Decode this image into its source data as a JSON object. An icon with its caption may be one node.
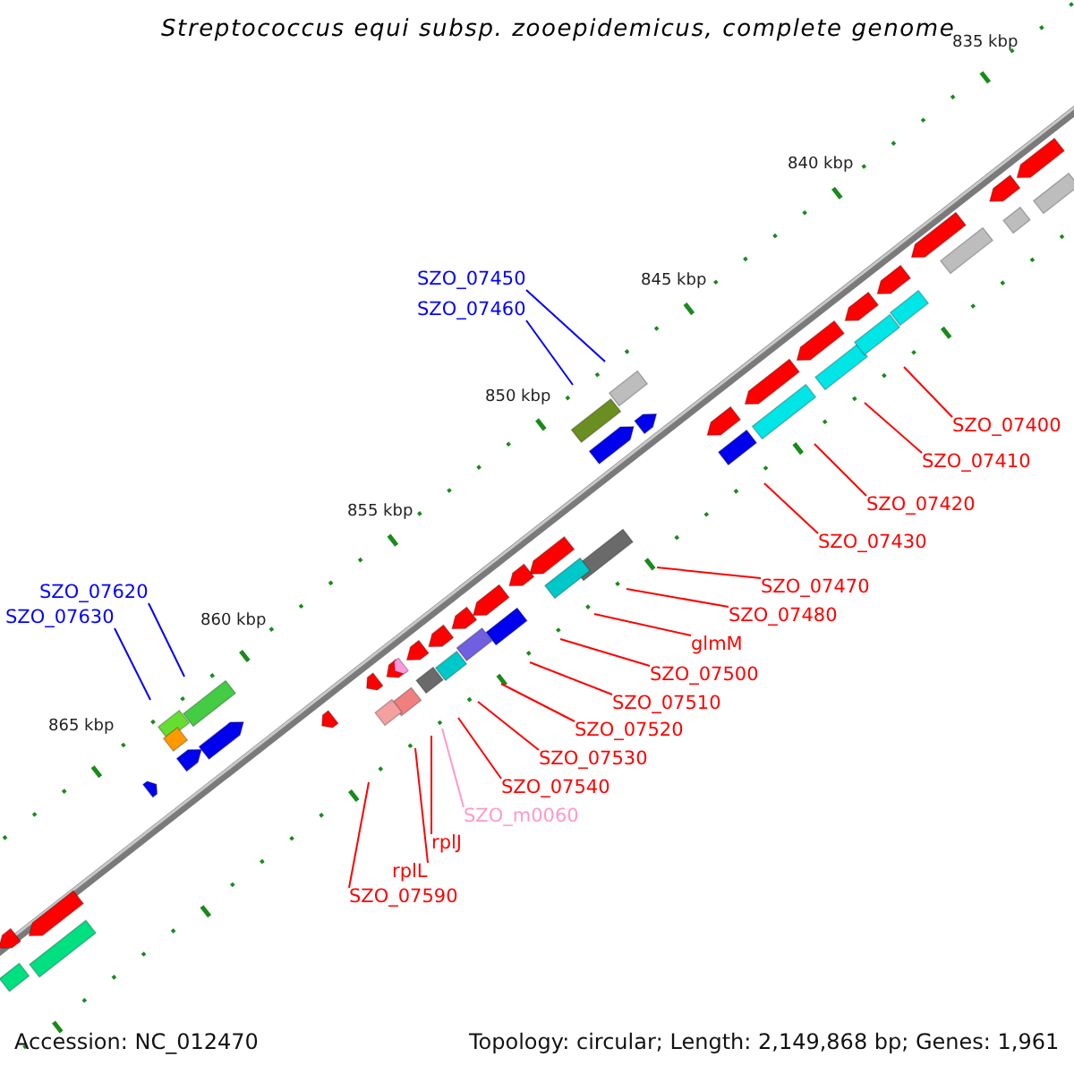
{
  "diagram": {
    "title": "Streptococcus equi subsp. zooepidemicus, complete genome",
    "nodes": [
      {
        "text": [
          "SZO_07450"
        ]
      },
      {
        "text": [
          "SZO_07460"
        ]
      },
      {
        "text": [
          "SZO_07400"
        ]
      },
      {
        "text": [
          "SZO_07410"
        ]
      },
      {
        "text": [
          "SZO_07420"
        ]
      },
      {
        "text": [
          "SZO_07430"
        ]
      },
      {
        "text": [
          "SZO_07470"
        ]
      },
      {
        "text": [
          "SZO_07620"
        ]
      },
      {
        "text": [
          "SZO_07480"
        ]
      },
      {
        "text": [
          "SZO_07630"
        ]
      },
      {
        "text": [
          "glmM"
        ]
      },
      {
        "text": [
          "SZO_07500"
        ]
      },
      {
        "text": [
          "SZO_07510"
        ]
      },
      {
        "text": [
          "SZO_07520"
        ]
      },
      {
        "text": [
          "SZO_07530"
        ]
      },
      {
        "text": [
          "SZO_07540"
        ]
      },
      {
        "text": [
          "SZO_m0060"
        ]
      },
      {
        "text": [
          "rplJ"
        ]
      },
      {
        "text": [
          "rplL"
        ]
      },
      {
        "text": [
          "SZO_07590"
        ]
      }
    ],
    "edges": [
      {
        "from": 0,
        "to": null,
        "arrow": "none",
        "color": "#0000ff"
      },
      {
        "from": 1,
        "to": null,
        "arrow": "none",
        "color": "#0000ff"
      },
      {
        "from": 2,
        "to": null,
        "arrow": "none"
      },
      {
        "from": 3,
        "to": null,
        "arrow": "none"
      },
      {
        "from": 4,
        "to": null,
        "arrow": "none"
      },
      {
        "from": 5,
        "to": null,
        "arrow": "none"
      },
      {
        "from": 6,
        "to": null,
        "arrow": "none"
      },
      {
        "from": 7,
        "to": null,
        "arrow": "none",
        "color": "#0000ff"
      },
      {
        "from": 8,
        "to": null,
        "arrow": "none"
      },
      {
        "from": 9,
        "to": null,
        "arrow": "none",
        "color": "#0000ff"
      },
      {
        "from": 10,
        "to": null,
        "arrow": "none"
      },
      {
        "from": 11,
        "to": null,
        "arrow": "none"
      },
      {
        "from": 12,
        "to": null,
        "arrow": "none"
      },
      {
        "from": 13,
        "to": null,
        "arrow": "none"
      },
      {
        "from": 14,
        "to": null,
        "arrow": "none"
      },
      {
        "from": 15,
        "to": null,
        "arrow": "none"
      },
      {
        "from": 16,
        "to": null,
        "arrow": "none",
        "color": "#ff99cc"
      },
      {
        "from": 17,
        "to": null,
        "arrow": "none"
      },
      {
        "from": 18,
        "to": null,
        "arrow": "none"
      },
      {
        "from": 19,
        "to": null,
        "arrow": "none"
      }
    ],
    "labels": [
      "835 kbp",
      "840 kbp",
      "845 kbp",
      "850 kbp",
      "855 kbp",
      "860 kbp",
      "865 kbp",
      "Accession: NC_012470",
      "Topology: circular; Length: 2,149,868 bp; Genes: 1,961"
    ]
  }
}
